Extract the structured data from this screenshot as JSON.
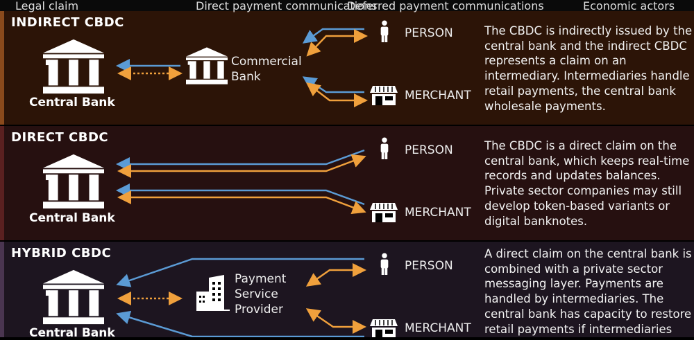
{
  "legend": {
    "legal": "Legal claim",
    "direct": "Direct payment communications",
    "deferred": "Deferred payment communications",
    "actors": "Economic actors"
  },
  "colors": {
    "blue": "#5b9bd5",
    "orange": "#f0a03c"
  },
  "indirect": {
    "title": "INDIRECT CBDC",
    "central_bank": "Central Bank",
    "intermediary": [
      "Commercial",
      "Bank"
    ],
    "person": "PERSON",
    "merchant": "MERCHANT",
    "description": "The CBDC is indirectly issued by the central bank and the indirect CBDC represents a claim on an intermediary. Intermediaries handle retail payments, the central bank wholesale payments."
  },
  "direct": {
    "title": "DIRECT CBDC",
    "central_bank": "Central Bank",
    "person": "PERSON",
    "merchant": "MERCHANT",
    "description": "The CBDC is a direct claim on the central bank, which keeps real-time records and updates balances. Private sector companies may still develop token-based variants or digital banknotes."
  },
  "hybrid": {
    "title": "HYBRID CBDC",
    "central_bank": "Central Bank",
    "intermediary": [
      "Payment",
      "Service",
      "Provider"
    ],
    "person": "PERSON",
    "merchant": "MERCHANT",
    "description": "A direct claim on the central bank is combined with a private sector messaging layer. Payments are handled by intermediaries. The central bank has capacity to restore retail payments if intermediaries"
  }
}
